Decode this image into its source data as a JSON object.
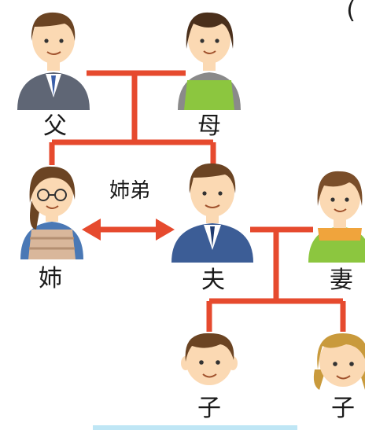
{
  "labels": {
    "father": "父",
    "mother": "母",
    "sister": "姉",
    "husband": "夫",
    "wife": "妻",
    "child_left": "子",
    "child_right": "子"
  },
  "relationship": {
    "label": "姉弟"
  },
  "colors": {
    "line": "#e64a2e",
    "suit_gray": "#5f6675",
    "suit_blue": "#3c5d96",
    "apron_green": "#8cc63f",
    "apron_orange_top": "#f0a43c",
    "skin": "#fbd9b3",
    "hair_brown": "#6b4423"
  }
}
